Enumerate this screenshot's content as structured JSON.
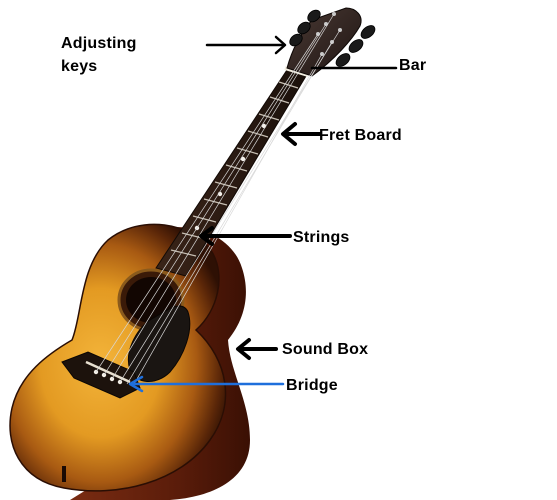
{
  "labels": {
    "adjusting_keys_line1": "Adjusting",
    "adjusting_keys_line2": "keys",
    "bar": "Bar",
    "fret_board": "Fret Board",
    "strings": "Strings",
    "sound_box": "Sound Box",
    "bridge": "Bridge"
  },
  "colors": {
    "text": "#000000",
    "arrow": "#000000",
    "bridge_arrow": "#1e6fdc",
    "sunburst_center": "#e8a020",
    "sunburst_edge": "#3a1606",
    "neck": "#2a1a12",
    "headstock": "#2a1e1a"
  }
}
